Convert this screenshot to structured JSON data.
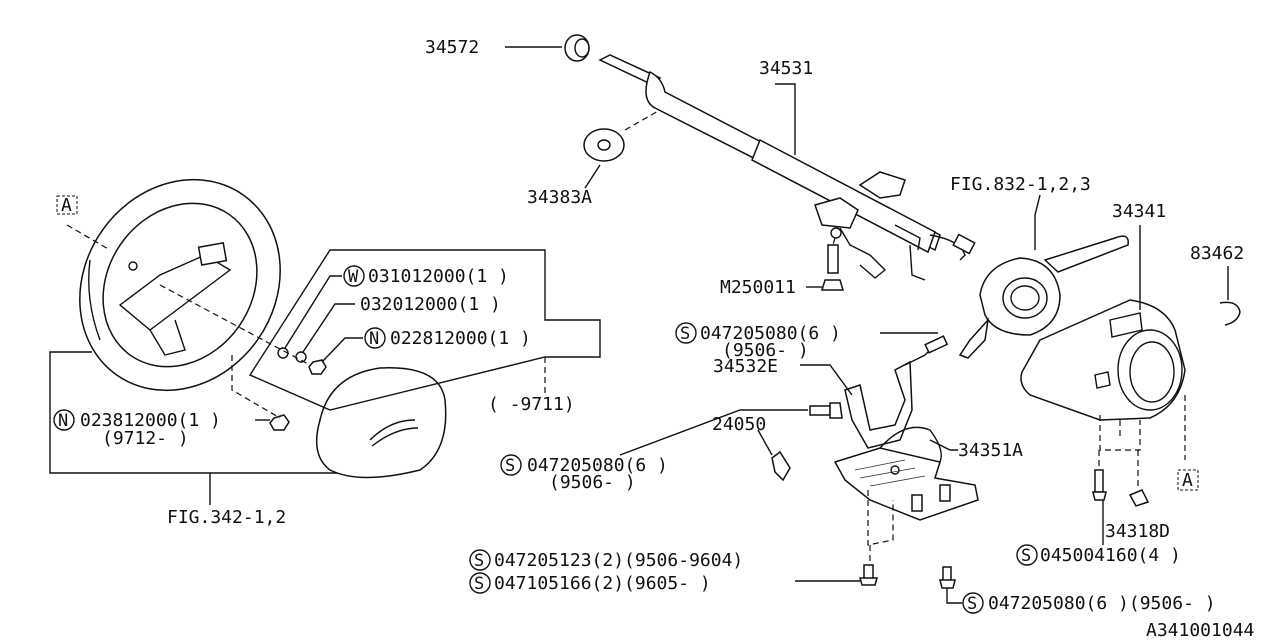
{
  "parts": {
    "p34572": "34572",
    "p34531": "34531",
    "p34383A": "34383A",
    "fig832": "FIG.832-1,2,3",
    "p34341": "34341",
    "p83462": "83462",
    "m250011": "M250011",
    "s047205080_a": "047205080(6 )",
    "s047205080_a_range": "(9506- )",
    "p34532E": "34532E",
    "p24050": "24050",
    "p34351A": "34351A",
    "s047205080_b": "047205080(6 )",
    "s047205080_b_range": "(9506- )",
    "w031012000": "031012000(1 )",
    "p032012000": "032012000(1 )",
    "n022812000": "022812000(1 )",
    "range_9711": "( -9711)",
    "n023812000": "023812000(1 )",
    "range_9712": "(9712- )",
    "fig342": "FIG.342-1,2",
    "s047205123": "047205123(2)(9506-9604)",
    "s047105166": "047105166(2)(9605- )",
    "p34318D": "34318D",
    "s045004160": "045004160(4 )",
    "s047205080_c": "047205080(6 )(9506- )",
    "ref_a_left": "A",
    "ref_a_right": "A",
    "diagram_id": "A341001044"
  },
  "symbols": {
    "W": "W",
    "N": "N",
    "S": "S"
  }
}
